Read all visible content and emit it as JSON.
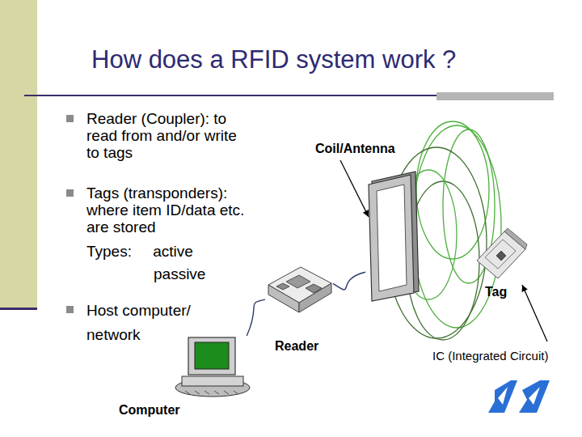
{
  "diagram": {
    "title": "How does a RFID system work ?",
    "nodes": [
      {
        "text": [
          "Computer"
        ]
      },
      {
        "text": [
          "Reader"
        ]
      },
      {
        "text": [
          "Coil/Antenna"
        ]
      },
      {
        "text": [
          "Tag"
        ]
      }
    ],
    "edges": [
      {
        "from": 0,
        "to": 1,
        "arrow": "none"
      },
      {
        "from": 1,
        "to": 2,
        "arrow": "none"
      }
    ],
    "labels": [
      "Reader (Coupler): to read from and/or write to tags",
      "Tags (transponders): where item ID/data etc. are stored",
      "Types: active",
      "passive",
      "Host computer/ network",
      "IC (Integrated Circuit)"
    ]
  }
}
